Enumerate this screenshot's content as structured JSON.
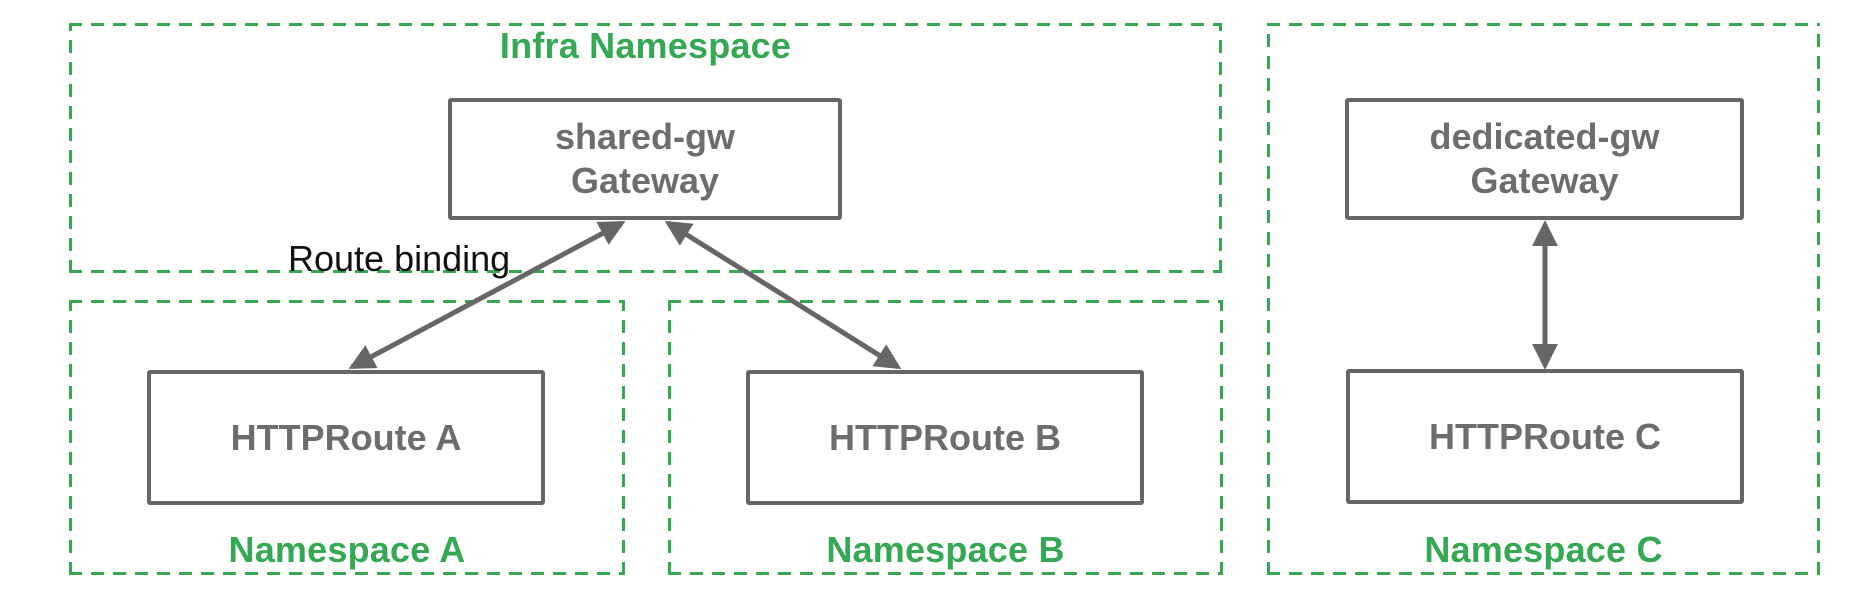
{
  "colors": {
    "green": "#34A853",
    "box_grey": "#666666",
    "label_grey": "#6d6d6d",
    "ink": "#111111"
  },
  "namespaces": {
    "infra": {
      "title": "Infra Namespace"
    },
    "a": {
      "title": "Namespace A"
    },
    "b": {
      "title": "Namespace B"
    },
    "c": {
      "title": "Namespace C"
    }
  },
  "nodes": {
    "shared_gw": {
      "name": "shared-gw",
      "kind": "Gateway"
    },
    "dedicated_gw": {
      "name": "dedicated-gw",
      "kind": "Gateway"
    },
    "route_a": {
      "label": "HTTPRoute A"
    },
    "route_b": {
      "label": "HTTPRoute B"
    },
    "route_c": {
      "label": "HTTPRoute C"
    }
  },
  "annotations": {
    "route_binding": "Route binding"
  }
}
